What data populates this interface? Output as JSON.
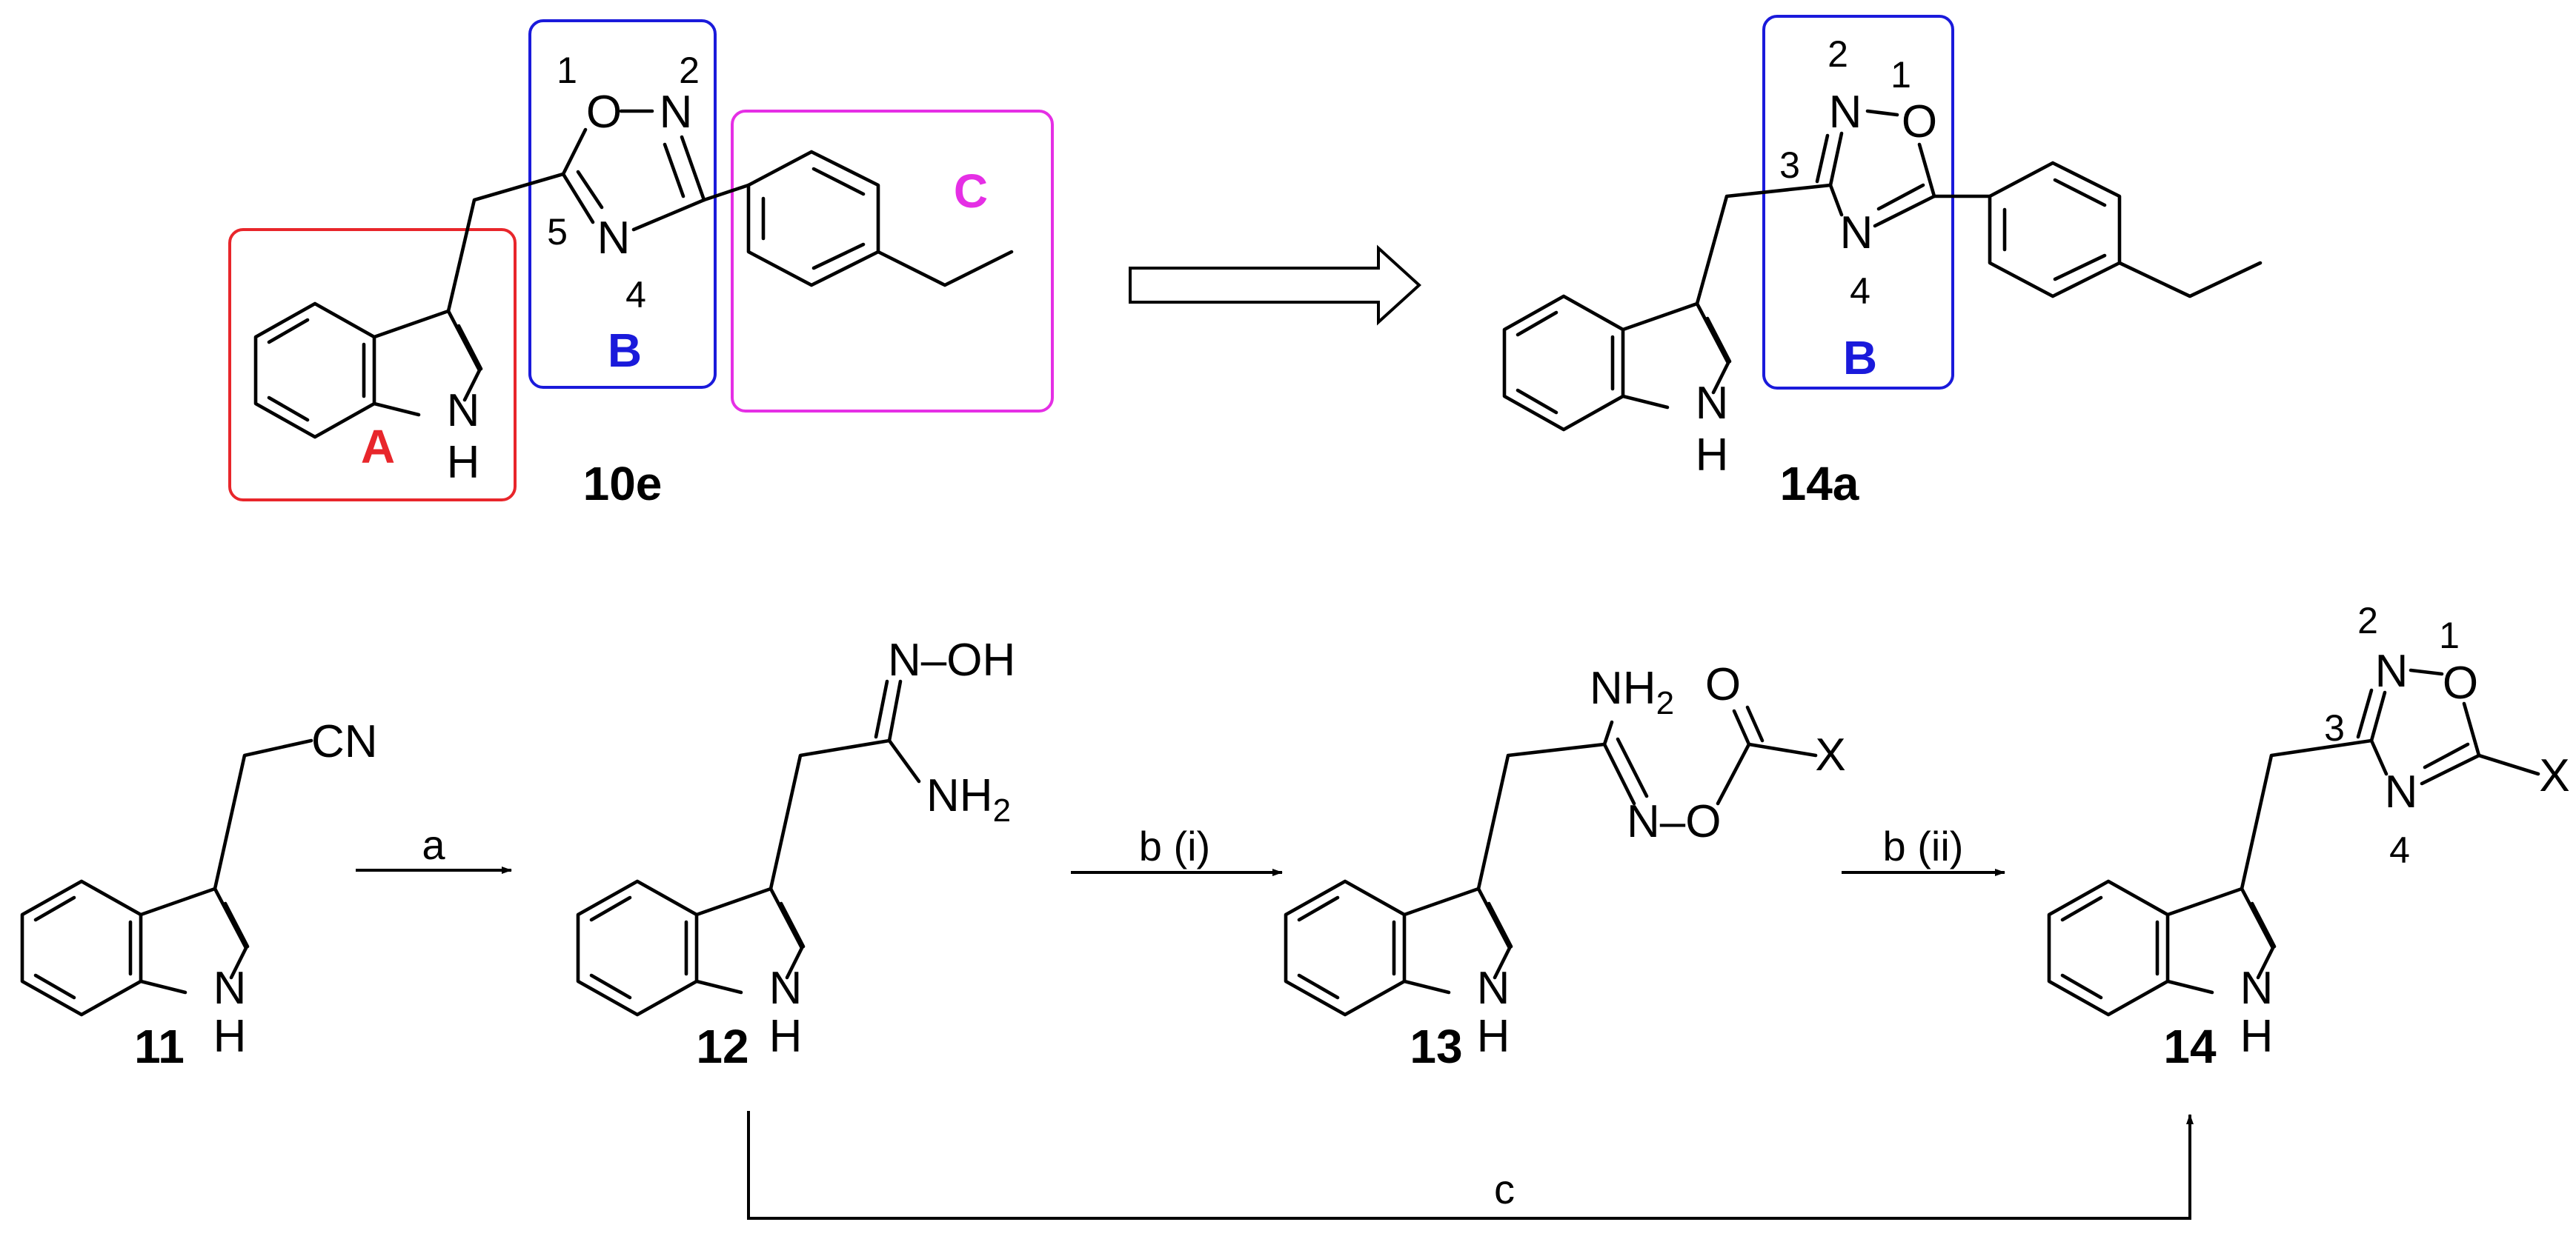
{
  "top_row": {
    "compound_left": {
      "id": "10e",
      "atoms": {
        "O": "O",
        "N2": "N",
        "N4": "N",
        "NH": "N",
        "H": "H"
      },
      "ring_numbers": {
        "n1": "1",
        "n2": "2",
        "n4": "4",
        "n5": "5"
      }
    },
    "compound_right": {
      "id": "14a",
      "atoms": {
        "O": "O",
        "N2": "N",
        "N4": "N",
        "NH": "N",
        "H": "H"
      },
      "ring_numbers": {
        "n1": "1",
        "n2": "2",
        "n3": "3",
        "n4": "4"
      }
    },
    "boxes": [
      {
        "label": "A",
        "color": "#e8262b"
      },
      {
        "label": "B",
        "color": "#1a1adb"
      },
      {
        "label": "C",
        "color": "#e52fe5"
      },
      {
        "label": "B",
        "color": "#1a1adb"
      }
    ]
  },
  "bottom_row": {
    "c11": {
      "id": "11",
      "cn": "CN",
      "nh": "N",
      "h": "H"
    },
    "c12": {
      "id": "12",
      "noh": "N–OH",
      "nh2": "NH",
      "nh2_sub": "2",
      "nh": "N",
      "h": "H"
    },
    "c13": {
      "id": "13",
      "nh2": "NH",
      "nh2_sub": "2",
      "o_carbonyl": "O",
      "x": "X",
      "no": "N–O",
      "nh": "N",
      "h": "H"
    },
    "c14": {
      "id": "14",
      "o": "O",
      "n2": "N",
      "n4": "N",
      "x": "X",
      "nh": "N",
      "h": "H",
      "ring_numbers": {
        "n1": "1",
        "n2": "2",
        "n3": "3",
        "n4": "4"
      }
    },
    "reagents": {
      "a": "a",
      "b_i": "b (i)",
      "b_ii": "b (ii)",
      "c": "c"
    }
  }
}
